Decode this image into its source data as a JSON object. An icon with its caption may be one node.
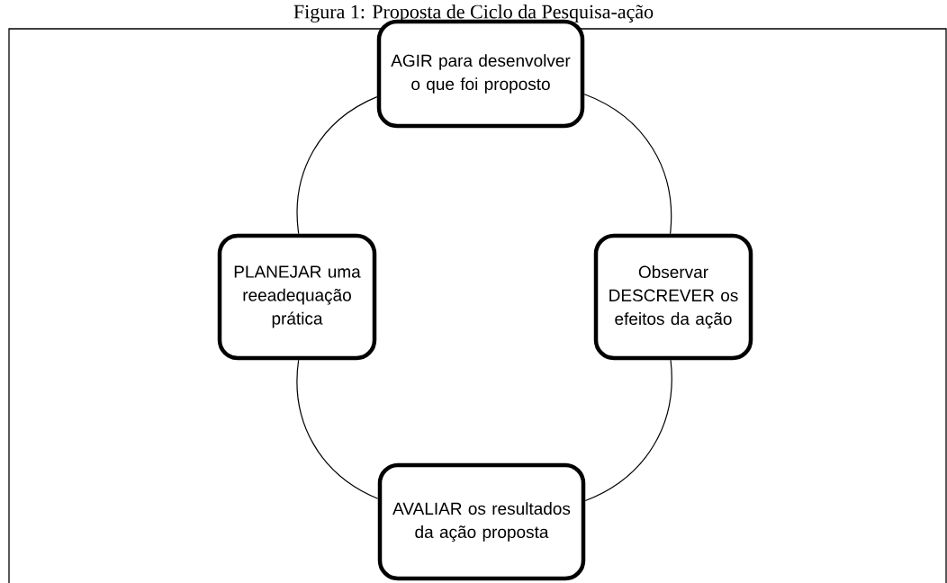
{
  "diagram": {
    "title": "Figura 1: Proposta de Ciclo da Pesquisa-ação",
    "nodes": [
      {
        "text": [
          "AGIR para desenvolver o que foi proposto"
        ]
      },
      {
        "text": [
          "PLANEJAR uma reeadequação prática"
        ]
      },
      {
        "text": [
          "Observar DESCREVER os efeitos da ação"
        ]
      },
      {
        "text": [
          "AVALIAR os resultados da ação proposta"
        ]
      }
    ],
    "edges": [
      {
        "from": 0,
        "to": 2,
        "arrow": "none"
      },
      {
        "from": 2,
        "to": 3,
        "arrow": "none"
      },
      {
        "from": 3,
        "to": 1,
        "arrow": "none"
      },
      {
        "from": 1,
        "to": 0,
        "arrow": "none"
      }
    ]
  }
}
